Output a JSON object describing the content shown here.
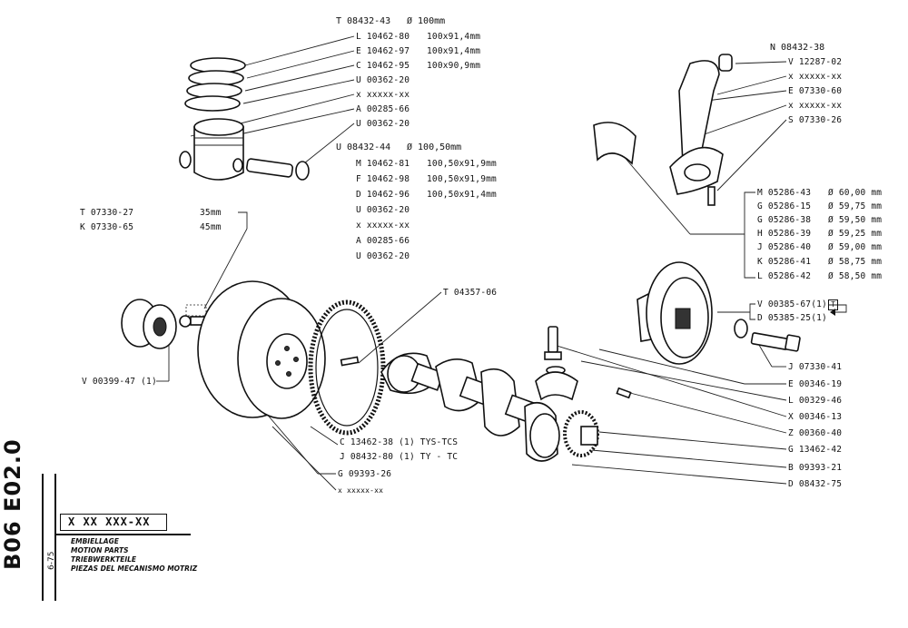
{
  "piston_group": {
    "header_code": "T 08432-43",
    "header_size": "Ø 100mm",
    "rings": [
      {
        "code": "L 10462-80",
        "size": "100x91,4mm"
      },
      {
        "code": "E 10462-97",
        "size": "100x91,4mm"
      },
      {
        "code": "C 10462-95",
        "size": "100x90,9mm"
      }
    ],
    "items": [
      "U 00362-20",
      "x xxxxx-xx",
      "A 00285-66",
      "U 00362-20"
    ]
  },
  "oversize_piston": {
    "header_code": "U 08432-44",
    "header_size": "Ø 100,50mm",
    "rings": [
      {
        "code": "M 10462-81",
        "size": "100,50x91,9mm"
      },
      {
        "code": "F 10462-98",
        "size": "100,50x91,9mm"
      },
      {
        "code": "D 10462-96",
        "size": "100,50x91,4mm"
      }
    ],
    "items": [
      "U 00362-20",
      "x xxxxx-xx",
      "A 00285-66",
      "U 00362-20"
    ]
  },
  "con_rod": {
    "header_code": "N 08432-38",
    "items": [
      "V 12287-02",
      "x xxxxx-xx",
      "E 07330-60",
      "x xxxxx-xx",
      "S 07330-26"
    ]
  },
  "bearings": [
    {
      "code": "M 05286-43",
      "size": "Ø 60,00 mm"
    },
    {
      "code": "G 05286-15",
      "size": "Ø 59,75 mm"
    },
    {
      "code": "G 05286-38",
      "size": "Ø 59,50 mm"
    },
    {
      "code": "H 05286-39",
      "size": "Ø 59,25 mm"
    },
    {
      "code": "J 05286-40",
      "size": "Ø 59,00 mm"
    },
    {
      "code": "K 05286-41",
      "size": "Ø 58,75 mm"
    },
    {
      "code": "L 05286-42",
      "size": "Ø 58,50 mm"
    }
  ],
  "bolts": {
    "codes": [
      "T 07330-27",
      "K 07330-65"
    ],
    "sizes": [
      "35mm",
      "45mm"
    ]
  },
  "pulley_group": {
    "codes": [
      "V 00385-67(1)",
      "D 05385-25(1)"
    ],
    "tag": "T",
    "items": [
      "J 07330-41",
      "E 00346-19",
      "L 00329-46",
      "X 00346-13",
      "Z 00360-40",
      "G 13462-42",
      "B 09393-21",
      "D 08432-75"
    ]
  },
  "flywheel_group": {
    "pin": "T 04357-06",
    "bearing": "V 00399-47 (1)",
    "ring_gear": [
      "C 13462-38 (1) TYS-TCS",
      "J 08432-80 (1) TY - TC"
    ],
    "flywheel": "G 09393-26",
    "xref": "x xxxxx-xx"
  },
  "title_block": {
    "sheet_code": "B06 E02.0",
    "date": "6-75",
    "part_number": "X XX XXX-XX",
    "descriptions": [
      "EMBIELLAGE",
      "MOTION PARTS",
      "TRIEBWERKTEILE",
      "PIEZAS DEL MECANISMO MOTRIZ"
    ]
  }
}
